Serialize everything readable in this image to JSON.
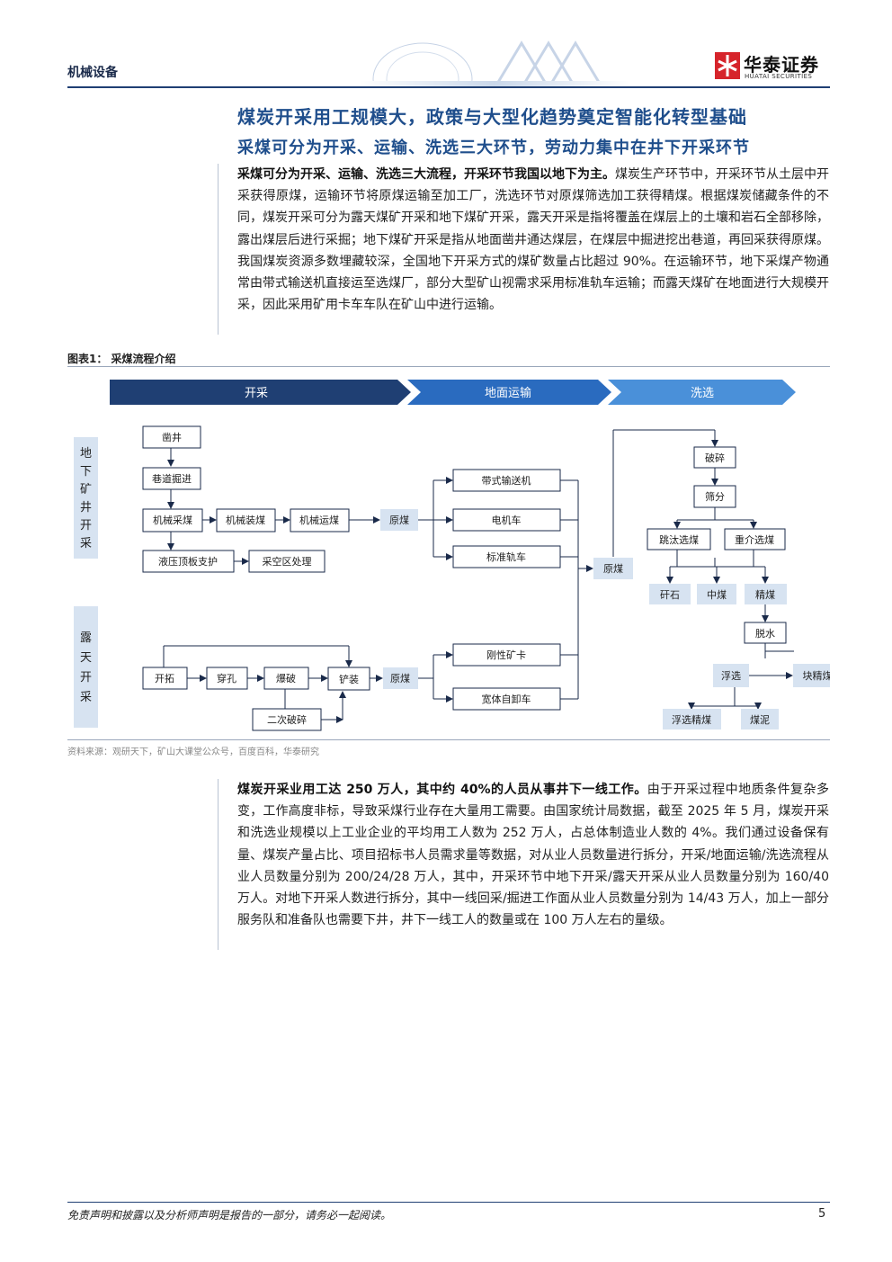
{
  "header": {
    "section": "机械设备",
    "logo_cn": "华泰证券",
    "logo_en": "HUATAI SECURITIES"
  },
  "headings": {
    "h1": "煤炭开采用工规模大，政策与大型化趋势奠定智能化转型基础",
    "h2": "采煤可分为开采、运输、洗选三大环节，劳动力集中在井下开采环节"
  },
  "para1": {
    "bold": "采煤可分为开采、运输、洗选三大流程，开采环节我国以地下为主。",
    "text": "煤炭生产环节中，开采环节从土层中开采获得原煤，运输环节将原煤运输至加工厂，洗选环节对原煤筛选加工获得精煤。根据煤炭储藏条件的不同，煤炭开采可分为露天煤矿开采和地下煤矿开采，露天开采是指将覆盖在煤层上的土壤和岩石全部移除，露出煤层后进行采掘；地下煤矿开采是指从地面凿井通达煤层，在煤层中掘进挖出巷道，再回采获得原煤。我国煤炭资源多数埋藏较深，全国地下开采方式的煤矿数量占比超过 90%。在运输环节，地下采煤产物通常由带式输送机直接运至选煤厂，部分大型矿山视需求采用标准轨车运输；而露天煤矿在地面进行大规模开采，因此采用矿用卡车车队在矿山中进行运输。"
  },
  "figure": {
    "title": "图表1：  采煤流程介绍",
    "source": "资料来源：观研天下，矿山大课堂公众号，百度百科，华泰研究",
    "stages": [
      "开采",
      "地面运输",
      "洗选"
    ],
    "side_labels": [
      "地下矿井开采",
      "露天开采"
    ],
    "boxes": {
      "zuojing": "凿井",
      "hangdao": "巷道掘进",
      "jixiecaimei": "机械采煤",
      "jixiezhuangmei": "机械装煤",
      "jixieyunmei": "机械运煤",
      "yuanmei1": "原煤",
      "yeya": "液压顶板支护",
      "caikong": "采空区处理",
      "daishi": "带式输送机",
      "dianjiche": "电机车",
      "biaozhun": "标准轨车",
      "yuanmei_mid": "原煤",
      "posui": "破碎",
      "shaifen": "筛分",
      "tiaotai": "跳汰选煤",
      "zhongjie": "重介选煤",
      "ganshi": "矸石",
      "zhongmei": "中煤",
      "jingmei": "精煤",
      "tuoshui": "脱水",
      "fuxuan": "浮选",
      "kuaijingmei": "块精煤",
      "fuxuanjingmei": "浮选精煤",
      "meini": "煤泥",
      "kaituo": "开拓",
      "chuankong": "穿孔",
      "baopo": "爆破",
      "chanzhuang": "铲装",
      "yuanmei2": "原煤",
      "erci": "二次破碎",
      "gangxing": "刚性矿卡",
      "kuanti": "宽体自卸车"
    }
  },
  "para2": {
    "bold": "煤炭开采业用工达 250 万人，其中约 40%的人员从事井下一线工作。",
    "text": "由于开采过程中地质条件复杂多变，工作高度非标，导致采煤行业存在大量用工需要。由国家统计局数据，截至 2025 年 5 月，煤炭开采和洗选业规模以上工业企业的平均用工人数为 252 万人，占总体制造业人数的 4%。我们通过设备保有量、煤炭产量占比、项目招标书人员需求量等数据，对从业人员数量进行拆分，开采/地面运输/洗选流程从业人员数量分别为 200/24/28 万人，其中，开采环节中地下开采/露天开采从业人员数量分别为 160/40 万人。对地下开采人数进行拆分，其中一线回采/掘进工作面从业人员数量分别为 14/43 万人，加上一部分服务队和准备队也需要下井，井下一线工人的数量或在 100 万人左右的量级。"
  },
  "footer": {
    "disclaimer": "免责声明和披露以及分析师声明是报告的一部分，请务必一起阅读。",
    "page": "5"
  },
  "colors": {
    "navy": "#1f3f73",
    "blue1": "#1f4e8c",
    "blue2": "#2a6bbf",
    "blue3": "#4a90d9",
    "logo_red": "#d6242b"
  }
}
